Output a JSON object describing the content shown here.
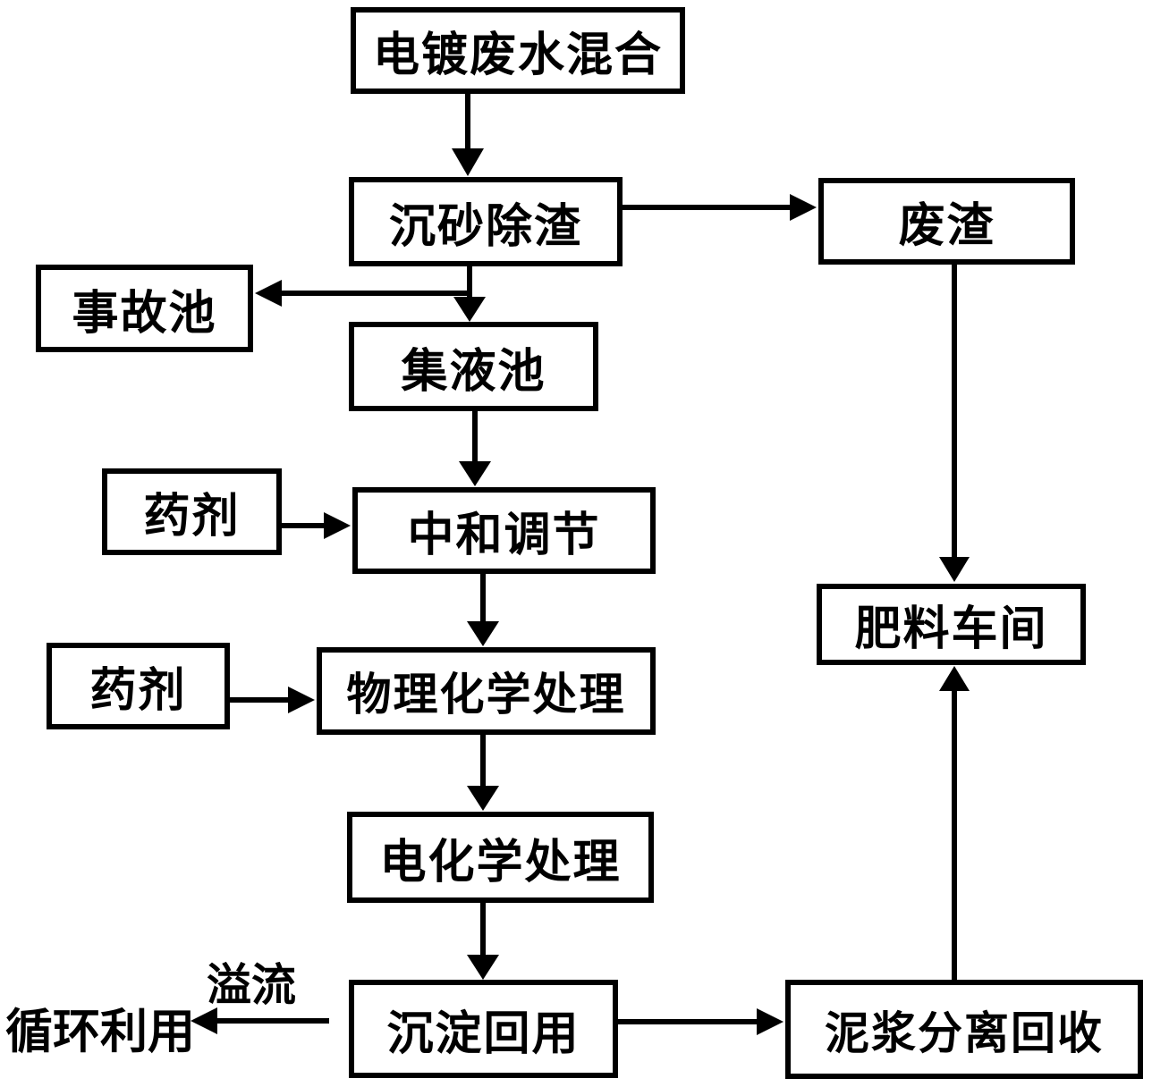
{
  "diagram": {
    "title_hint": "electroplating-wastewater-treatment-flowchart",
    "colors": {
      "background": "#ffffff",
      "line": "#000000",
      "text": "#000000"
    },
    "nodes": {
      "mix": {
        "label": "电镀废水混合"
      },
      "grit": {
        "label": "沉砂除渣"
      },
      "slag": {
        "label": "废渣"
      },
      "accident": {
        "label": "事故池"
      },
      "collect": {
        "label": "集液池"
      },
      "agent1": {
        "label": "药剂"
      },
      "neutral": {
        "label": "中和调节"
      },
      "agent2": {
        "label": "药剂"
      },
      "physchem": {
        "label": "物理化学处理"
      },
      "electrochem": {
        "label": "电化学处理"
      },
      "settle": {
        "label": "沉淀回用"
      },
      "mud": {
        "label": "泥浆分离回收"
      },
      "fertilizer": {
        "label": "肥料车间"
      }
    },
    "labels": {
      "recycle": "循环利用",
      "overflow": "溢流"
    },
    "edges": [
      "mix -> grit",
      "grit -> slag",
      "grit -> collect",
      "grit -> accident",
      "collect -> neutral",
      "agent1 -> neutral",
      "neutral -> physchem",
      "agent2 -> physchem",
      "physchem -> electrochem",
      "electrochem -> settle",
      "settle -> mud",
      "settle -> recycle (overflow)",
      "slag -> fertilizer",
      "mud -> fertilizer"
    ]
  }
}
